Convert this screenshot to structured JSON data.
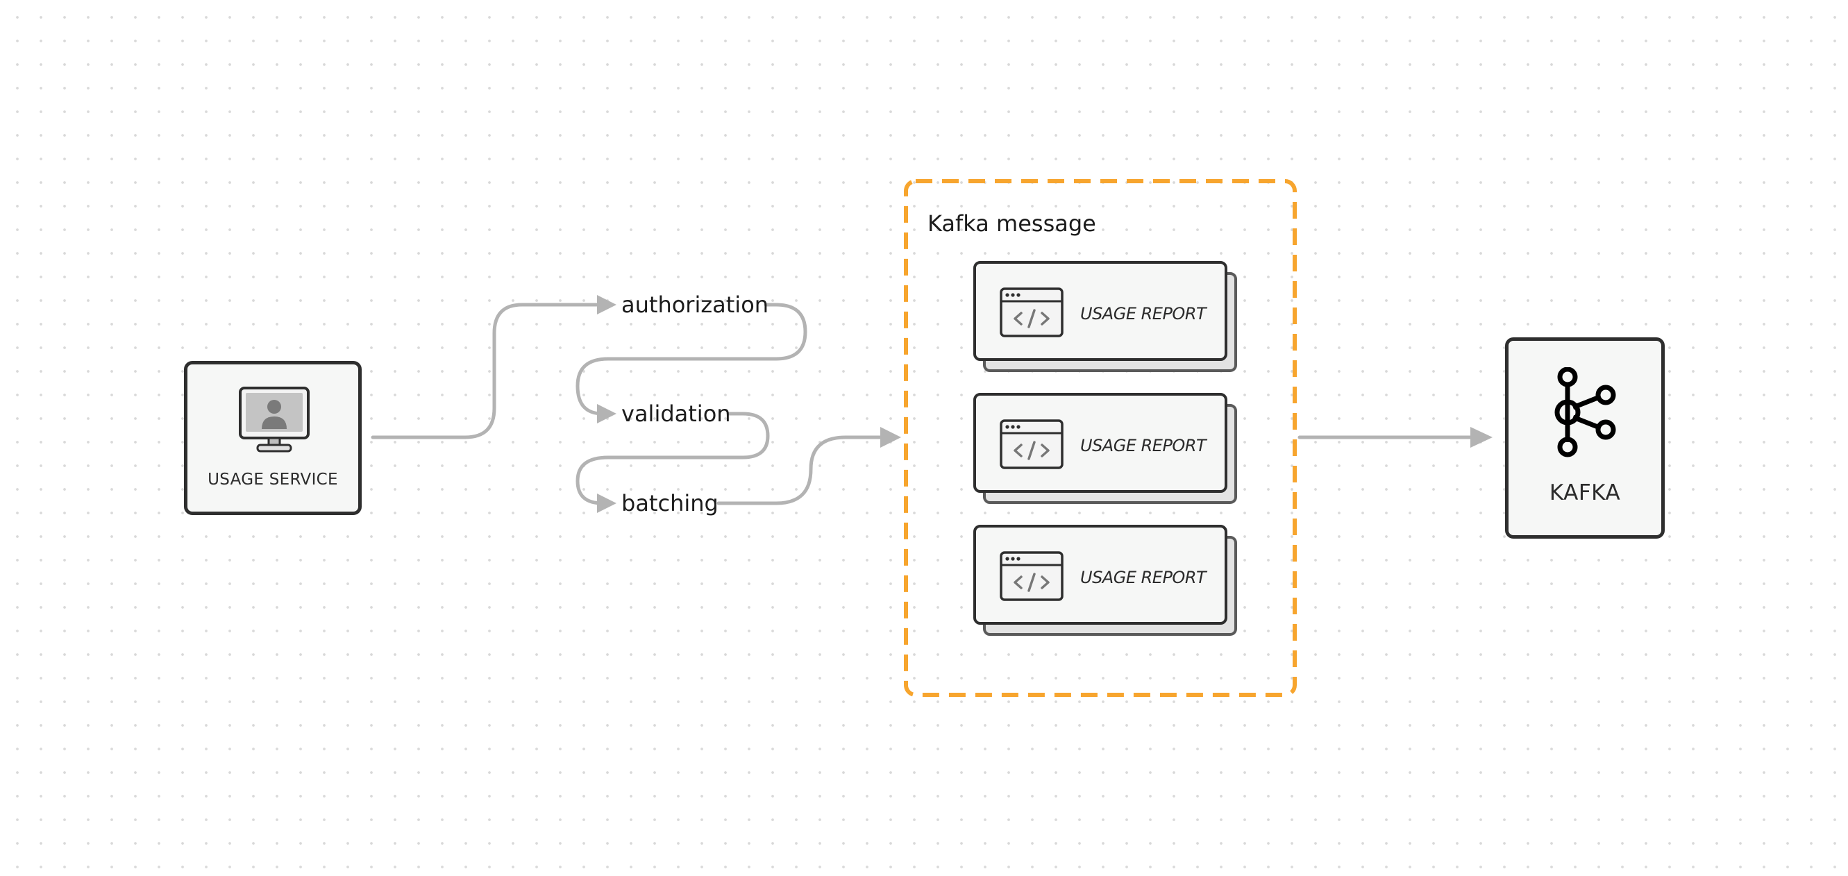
{
  "nodes": {
    "usage_service": {
      "label": "USAGE SERVICE",
      "icon": "monitor-user-icon"
    },
    "kafka": {
      "label": "KAFKA",
      "icon": "kafka-logo-icon"
    }
  },
  "steps": [
    {
      "label": "authorization"
    },
    {
      "label": "validation"
    },
    {
      "label": "batching"
    }
  ],
  "group": {
    "title": "Kafka message",
    "border_color": "#F7A52E",
    "reports": [
      {
        "label": "USAGE REPORT",
        "icon": "code-window-icon"
      },
      {
        "label": "USAGE REPORT",
        "icon": "code-window-icon"
      },
      {
        "label": "USAGE REPORT",
        "icon": "code-window-icon"
      }
    ]
  },
  "colors": {
    "connector": "#B3B3B3",
    "node_border": "#2E2E2E",
    "node_fill": "#F6F7F6",
    "group_border": "#F7A52E"
  }
}
